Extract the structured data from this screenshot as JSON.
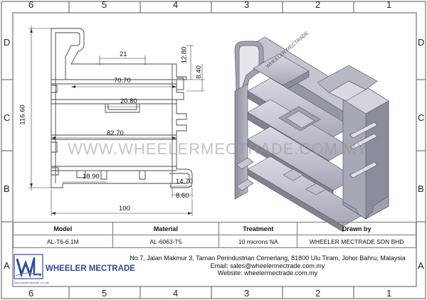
{
  "zones": {
    "top": [
      "6",
      "5",
      "4",
      "3",
      "2",
      "1"
    ],
    "bottom": [
      "6",
      "5",
      "4",
      "3",
      "2",
      "1"
    ],
    "left": [
      "D",
      "C",
      "B",
      "A"
    ],
    "right": [
      "D",
      "C",
      "B",
      "A"
    ]
  },
  "dimensions": {
    "d21": "21",
    "d12_80": "12.80",
    "d8_40": "8.40",
    "d70_70": "70.70",
    "d20_80": "20.80",
    "d116_60": "116.60",
    "d82_70": "82.70",
    "d18_90": "18.90",
    "d14_70": "14.70",
    "d8_60": "8.60",
    "d100": "100"
  },
  "watermark": "WWW.WHEELERMECTRADE.COM.MY",
  "title_block": {
    "headers": [
      "Model",
      "Material",
      "Treatment",
      "Drawn by"
    ],
    "values": [
      "AL-T6-6.1M",
      "AL-6063-T5",
      "10 microns NA",
      "WHEELER MECTRADE SDN BHD"
    ]
  },
  "company": {
    "logo_text": "WHEELER MECTRADE",
    "logo_subtext": "www.wheelermectrade.com.my",
    "address": "No.7, Jalan Makmur 3, Taman Perindustrian Cemerlang, 81800 Ulu Tiram, Johor Bahru, Malaysia",
    "email": "Email: sales@wheelermectrade.com.my",
    "website": "Website: wheelermectrade.com.my"
  },
  "colors": {
    "profile_fill": "#a9acb8",
    "profile_dark": "#7d8090",
    "profile_light": "#d4d6de",
    "logo_blue": "#2e4a9a"
  }
}
